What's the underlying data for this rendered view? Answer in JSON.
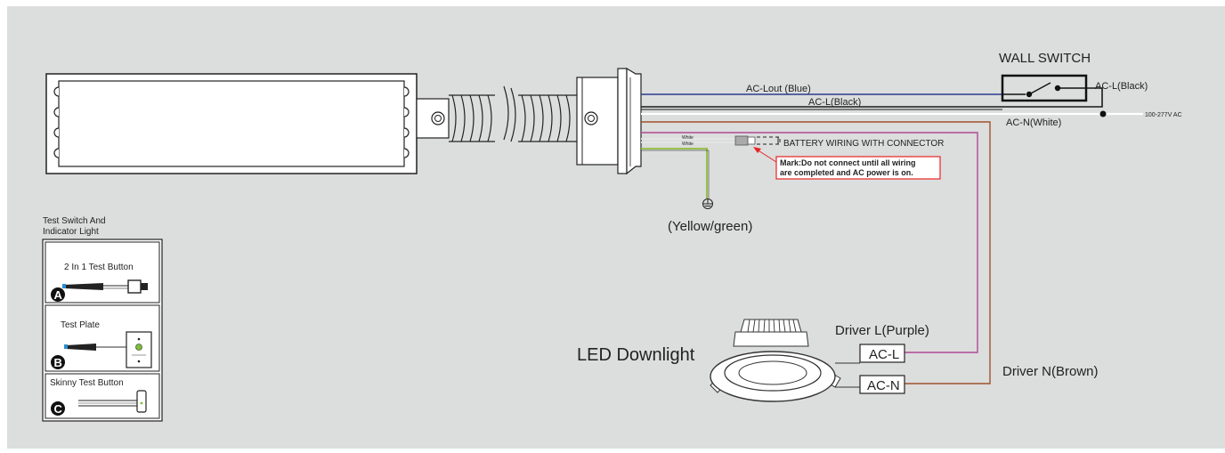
{
  "colors": {
    "background": "#dcdddd",
    "ac_l_wire": "#1a1a1a",
    "ac_lout_blue": "#2b3d8f",
    "ac_n_white": "#ffffff",
    "driver_l_purple": "#b04a94",
    "driver_n_brown": "#a0522d",
    "ground_yellow_green": "#8fbf3a",
    "warning_red": "#e52421"
  },
  "labels": {
    "wall_switch": "WALL SWITCH",
    "ac_l_black_switch": "AC-L(Black)",
    "ac_lout_blue": "AC-Lout (Blue)",
    "ac_l_black": "AC-L(Black)",
    "ac_n_white": "AC-N(White)",
    "supply": "100-277V AC",
    "wire_white_1": "White",
    "wire_white_2": "White",
    "battery_wiring": "BATTERY WIRING WITH CONNECTOR",
    "mark_line1": "Mark:Do not connect until all wiring",
    "mark_line2": "are completed and AC power is on.",
    "ground": "(Yellow/green)",
    "led_downlight": "LED Downlight",
    "driver_l": "Driver L(Purple)",
    "driver_n": "Driver N(Brown)",
    "ac_l_terminal": "AC-L",
    "ac_n_terminal": "AC-N"
  },
  "test_panel": {
    "title_line1": "Test Switch And",
    "title_line2": "Indicator Light",
    "options": [
      {
        "badge": "A",
        "label": "2 In 1 Test Button"
      },
      {
        "badge": "B",
        "label": "Test Plate"
      },
      {
        "badge": "C",
        "label": "Skinny Test Button"
      }
    ]
  }
}
